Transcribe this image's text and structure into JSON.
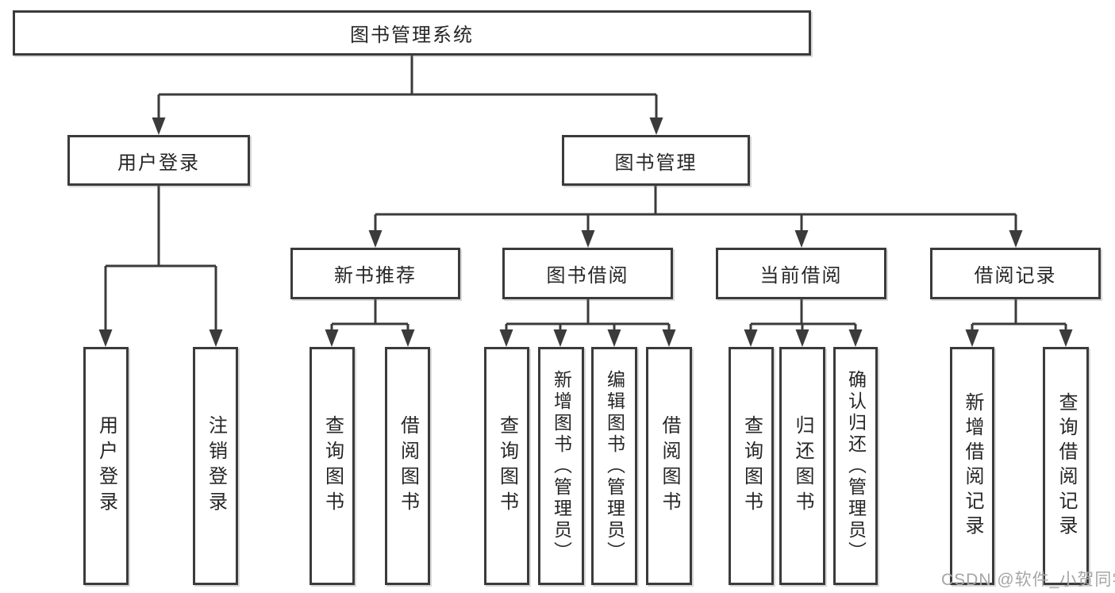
{
  "diagram": {
    "root": {
      "label": "图书管理系统"
    },
    "level2": [
      {
        "label": "用户登录"
      },
      {
        "label": "图书管理"
      }
    ],
    "level3": [
      {
        "label": "新书推荐"
      },
      {
        "label": "图书借阅"
      },
      {
        "label": "当前借阅"
      },
      {
        "label": "借阅记录"
      }
    ],
    "leaves": [
      {
        "label": "用户登录"
      },
      {
        "label": "注销登录"
      },
      {
        "label": "查询图书"
      },
      {
        "label": "借阅图书"
      },
      {
        "label": "查询图书"
      },
      {
        "label": "新增图书（管理员）"
      },
      {
        "label": "编辑图书（管理员）"
      },
      {
        "label": "借阅图书"
      },
      {
        "label": "查询图书"
      },
      {
        "label": "归还图书"
      },
      {
        "label": "确认归还（管理员）"
      },
      {
        "label": "新增借阅记录"
      },
      {
        "label": "查询借阅记录"
      }
    ],
    "colors": {
      "line": "#3b3b3b",
      "text": "#262626",
      "background": "#ffffff"
    }
  },
  "watermark": {
    "text": "CSDN @软件_小贺同学",
    "color": "#a6a6a6"
  }
}
